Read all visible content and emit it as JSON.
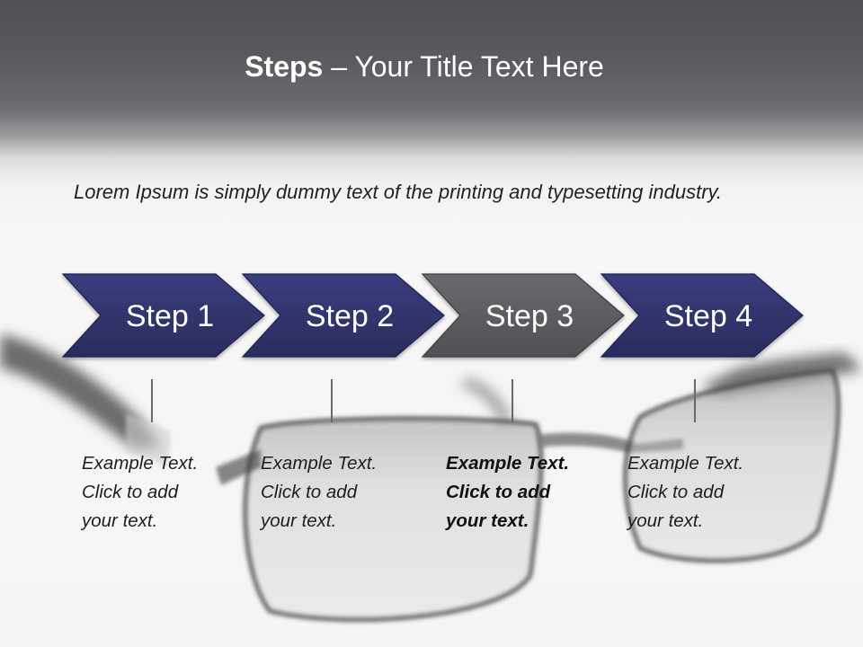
{
  "title": {
    "bold": "Steps",
    "rest": " – Your Title Text Here"
  },
  "intro": "Lorem Ipsum is simply dummy text of the printing and typesetting industry.",
  "steps": [
    {
      "label": "Step 1",
      "desc": [
        "Example Text.",
        "Click  to add",
        "your text."
      ],
      "active": false
    },
    {
      "label": "Step 2",
      "desc": [
        "Example Text.",
        "Click  to add",
        "your text."
      ],
      "active": false
    },
    {
      "label": "Step 3",
      "desc": [
        "Example Text.",
        "Click  to add",
        "your text."
      ],
      "active": true
    },
    {
      "label": "Step 4",
      "desc": [
        "Example Text.",
        "Click  to add",
        "your text."
      ],
      "active": false
    }
  ],
  "colors": {
    "chevron": "#2e3068",
    "chevron_active": "#58585c",
    "header": "#505054"
  }
}
